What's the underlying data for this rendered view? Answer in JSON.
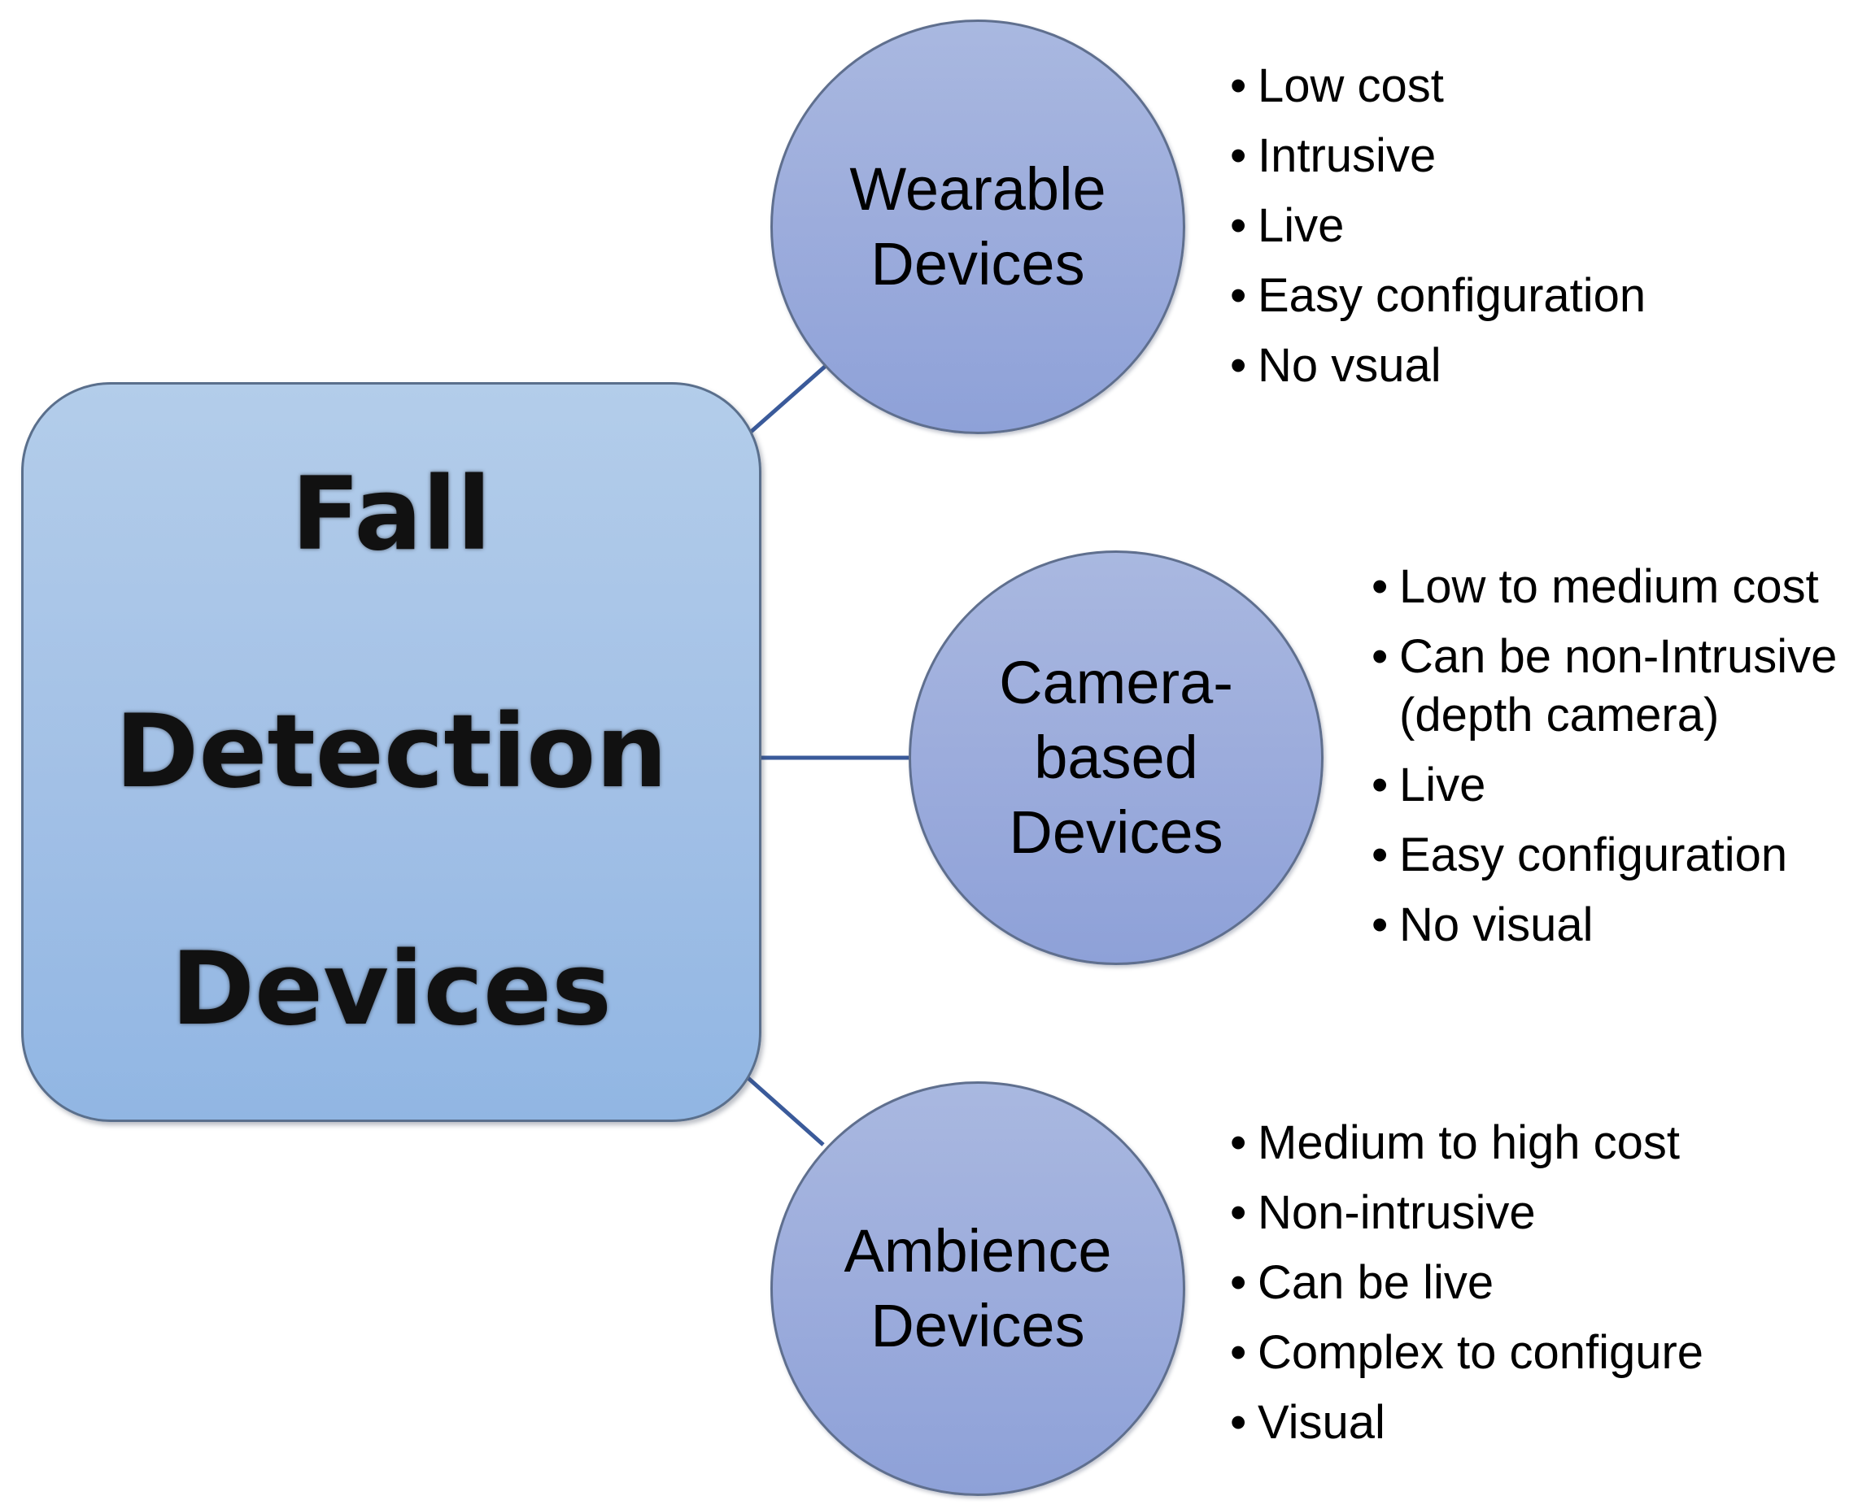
{
  "root": {
    "lines": [
      "Fall",
      "Detection",
      "Devices"
    ]
  },
  "categories": [
    {
      "id": "wearable",
      "lines": [
        "Wearable",
        "Devices"
      ],
      "bullets": [
        "Low cost",
        "Intrusive",
        "Live",
        "Easy configuration",
        "No vsual"
      ]
    },
    {
      "id": "camera",
      "lines": [
        "Camera-",
        "based",
        "Devices"
      ],
      "bullets": [
        "Low to medium cost",
        "Can be non-Intrusive\n(depth camera)",
        "Live",
        "Easy configuration",
        "No visual"
      ]
    },
    {
      "id": "ambience",
      "lines": [
        "Ambience",
        "Devices"
      ],
      "bullets": [
        "Medium to high cost",
        "Non-intrusive",
        "Can be live",
        "Complex to configure",
        "Visual"
      ]
    }
  ],
  "colors": {
    "connector": "#3a5a9a",
    "root_fill": "#a2c0e6",
    "node_fill": "#9cacdc"
  }
}
